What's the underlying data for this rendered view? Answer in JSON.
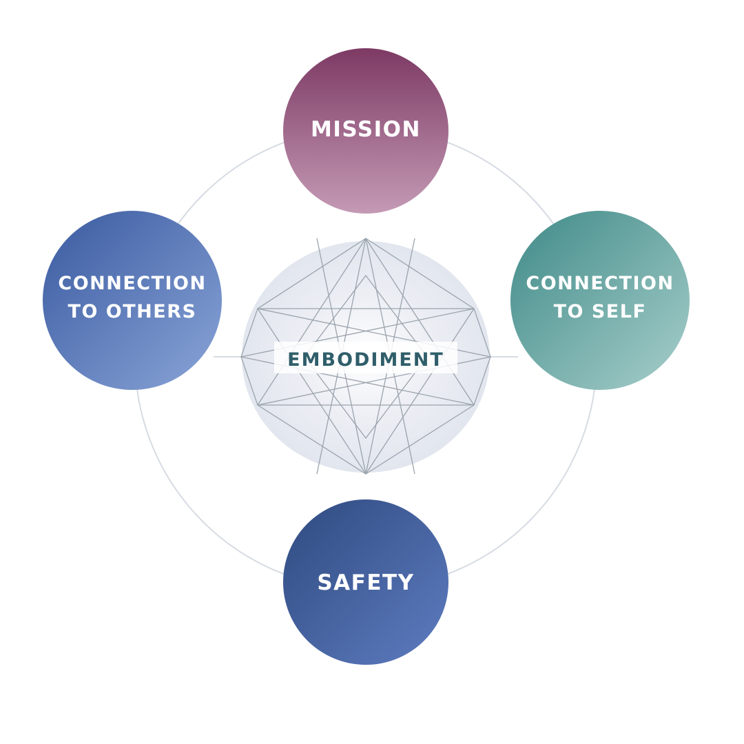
{
  "diagram": {
    "center": {
      "label": "EMBODIMENT",
      "text_color": "#2f5e6a"
    },
    "nodes": [
      {
        "id": "mission",
        "lines": [
          "MISSION"
        ],
        "color_top": "#7d3a64",
        "color_bottom": "#c49ab5"
      },
      {
        "id": "connection-to-self",
        "lines": [
          "CONNECTION",
          "TO SELF"
        ],
        "color_top": "#3f8a88",
        "color_bottom": "#a8cfcb"
      },
      {
        "id": "safety",
        "lines": [
          "SAFETY"
        ],
        "color_top": "#2f4a80",
        "color_bottom": "#5e7cc0"
      },
      {
        "id": "connection-to-others",
        "lines": [
          "CONNECTION",
          "TO OTHERS"
        ],
        "color_top": "#3a5aa0",
        "color_bottom": "#8aa5d8"
      }
    ],
    "ring_color": "#d6dbe3",
    "geometry_line_color": "#9aa3ad"
  }
}
